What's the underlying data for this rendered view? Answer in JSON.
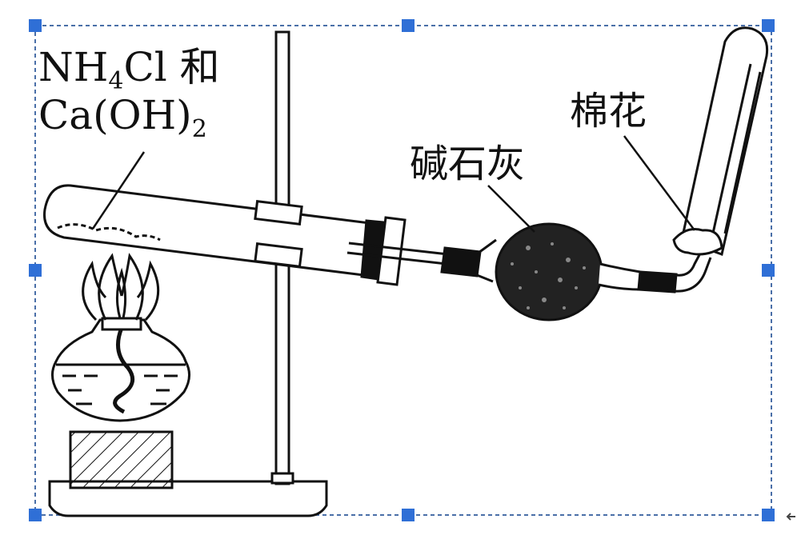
{
  "labels": {
    "reagent_line1_a": "NH",
    "reagent_line1_sub": "4",
    "reagent_line1_b": "Cl 和",
    "reagent_line2_a": "Ca(OH)",
    "reagent_line2_sub": "2",
    "drying_agent": "碱石灰",
    "cotton": "棉花"
  },
  "colors": {
    "line": "#111111",
    "selection": "#2f6fd6",
    "background": "#ffffff"
  },
  "icons": {
    "resize_cursor": "arrow-left"
  }
}
